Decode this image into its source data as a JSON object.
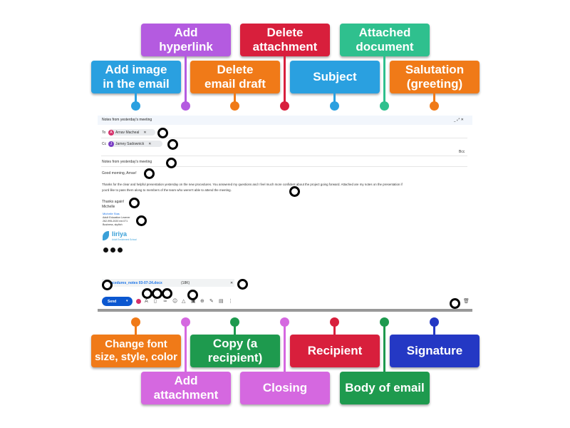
{
  "labels": {
    "add_image": "Add image\nin the email",
    "add_hyperlink": "Add\nhyperlink",
    "delete_draft": "Delete\nemail draft",
    "delete_attachment": "Delete\nattachment",
    "subject": "Subject",
    "attached_document": "Attached\ndocument",
    "salutation": "Salutation\n(greeting)",
    "change_font": "Change font\nsize, style, color",
    "add_attachment": "Add\nattachment",
    "copy_recipient": "Copy (a\nrecipient)",
    "closing": "Closing",
    "recipient": "Recipient",
    "body_of_email": "Body of email",
    "signature": "Signature"
  },
  "colors": {
    "blue": "#2aa0e0",
    "purple": "#b45be0",
    "orange": "#f07a18",
    "red": "#d81f3c",
    "teal": "#2fc08e",
    "light_purple": "#d568e0",
    "green": "#1e9a4e",
    "dark_blue": "#2438c4"
  },
  "email": {
    "window_title": "Notes from yesterday's meeting",
    "window_controls": "_ ⤢ ✕",
    "to_label": "To",
    "to_avatar": "A",
    "to_name": "Arnav Macheal",
    "cc_label": "Cc",
    "cc_avatar": "J",
    "cc_name": "Jamey Sadownick",
    "bcc_label": "Bcc",
    "subject": "Notes from yesterday's meeting",
    "greeting": "Good morning, Arnav!",
    "body_line1": "Thanks for the clear and helpful presentation yesterday on the new procedures. You answered my questions and I feel much more confident about the project going forward. Attached are my notes on the presentation if",
    "body_line2": "you'd like to pass them along to members of the team who weren't able to attend the meeting.",
    "closing": "Thanks again!",
    "closing_name": "Michelle",
    "sig_name": "Michelle Stas",
    "sig_title": "Adult Education Learner",
    "sig_phone": "262-995-2020 ext.071",
    "sig_email": "Business, skyfish",
    "logo_text": "Iiriya",
    "logo_tagline": "Adult Enrichment School",
    "attachment_name": "procedures_notes 03-07-24.docx",
    "attachment_size": "(18K)",
    "send_label": "Send",
    "trash_icon": "trash-icon"
  }
}
